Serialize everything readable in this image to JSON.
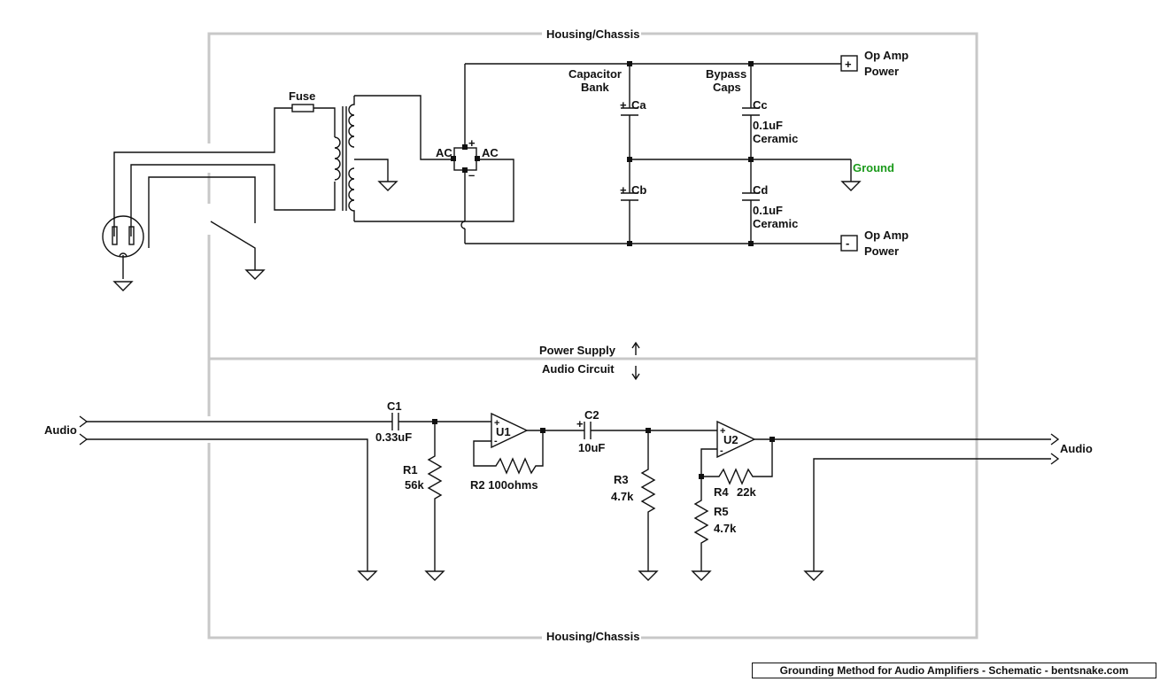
{
  "labels": {
    "chassis_top": "Housing/Chassis",
    "chassis_bottom": "Housing/Chassis",
    "fuse": "Fuse",
    "ac_left": "AC",
    "ac_right": "AC",
    "bridge_plus": "+",
    "bridge_minus": "–",
    "capacitor_bank_1": "Capacitor",
    "capacitor_bank_2": "Bank",
    "bypass_1": "Bypass",
    "bypass_2": "Caps",
    "ca": "Ca",
    "cb": "Cb",
    "cc": "Cc",
    "cd": "Cd",
    "cc_value_1": "0.1uF",
    "cc_value_2": "Ceramic",
    "cd_value_1": "0.1uF",
    "cd_value_2": "Ceramic",
    "ground": "Ground",
    "opamp_power_pos_1": "Op Amp",
    "opamp_power_pos_2": "Power",
    "opamp_power_neg_1": "Op Amp",
    "opamp_power_neg_2": "Power",
    "pos_sign": "+",
    "neg_sign": "-",
    "power_supply": "Power Supply",
    "audio_circuit": "Audio Circuit",
    "audio_in": "Audio",
    "audio_out": "Audio",
    "c1": "C1",
    "c1_value": "0.33uF",
    "r1": "R1",
    "r1_value": "56k",
    "u1": "U1",
    "r2": "R2 100ohms",
    "c2": "C2",
    "c2_value": "10uF",
    "r3": "R3",
    "r3_value": "4.7k",
    "u2": "U2",
    "r4": "R4",
    "r4_value": "22k",
    "r5": "R5",
    "r5_value": "4.7k",
    "cap_plus": "+",
    "opamp_plus": "+",
    "opamp_minus": "-"
  },
  "footer": {
    "title": "Grounding Method for Audio Amplifiers - Schematic - bentsnake.com"
  }
}
